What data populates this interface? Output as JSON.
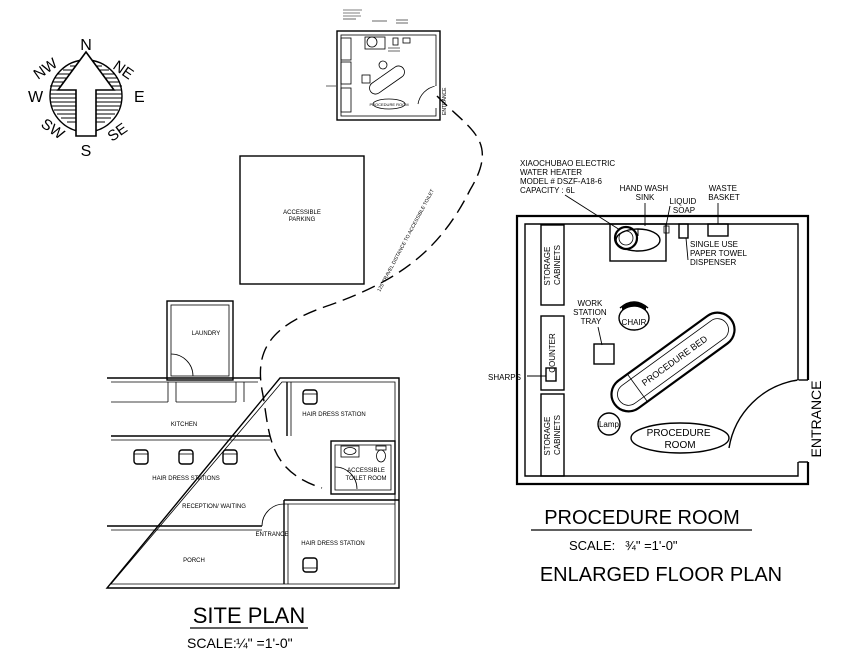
{
  "compass": {
    "n": "N",
    "s": "S",
    "e": "E",
    "w": "W",
    "ne": "NE",
    "nw": "NW",
    "se": "SE",
    "sw": "SW"
  },
  "small_plan": {
    "label_entrance": "ENTRANCE",
    "label_room": "PROCEDURE ROOM"
  },
  "parking": {
    "line1": "ACCESSIBLE",
    "line2": "PARKING"
  },
  "travel_path": "125' TRAVEL DISTANCE TO ACCESSIBLE TOILET",
  "site": {
    "laundry": "LAUNDRY",
    "kitchen": "KITCHEN",
    "hair_dress_stations": "HAIR DRESS STATIONS",
    "reception": "RECEPTION/ WAITING",
    "porch": "PORCH",
    "entrance": "ENTRANCE",
    "hair_dress_station_top": "HAIR DRESS STATION",
    "hair_dress_station_bottom": "HAIR DRESS STATION",
    "toilet_line1": "ACCESSIBLE",
    "toilet_line2": "TOILET ROOM",
    "title": "SITE PLAN",
    "scale_prefix": "SCALE:",
    "scale_value": "¼\" =1'-0\""
  },
  "procedure": {
    "heater_lines": [
      "XIAOCHUBAO ELECTRIC",
      "WATER HEATER",
      "MODEL # DSZF-A18-6",
      "CAPACITY : 6L"
    ],
    "sink_lines": [
      "HAND WASH",
      "SINK"
    ],
    "soap_lines": [
      "LIQUID",
      "SOAP"
    ],
    "waste_lines": [
      "WASTE",
      "BASKET"
    ],
    "towel_lines": [
      "SINGLE USE",
      "PAPER TOWEL",
      "DISPENSER"
    ],
    "storage_top": [
      "STORAGE",
      "CABINETS"
    ],
    "storage_bottom": [
      "STORAGE",
      "CABINETS"
    ],
    "counter": "COUNTER",
    "work_station": [
      "WORK",
      "STATION",
      "TRAY"
    ],
    "chair": "CHAIR",
    "bed": "PROCEDURE BED",
    "lamp": "Lamp",
    "room_label": [
      "PROCEDURE",
      "ROOM"
    ],
    "sharps": "SHARPS",
    "entrance": "ENTRANCE",
    "title": "PROCEDURE ROOM",
    "scale_prefix": "SCALE:",
    "scale_value": "¾\" =1'-0\"",
    "subtitle": "ENLARGED FLOOR PLAN"
  }
}
